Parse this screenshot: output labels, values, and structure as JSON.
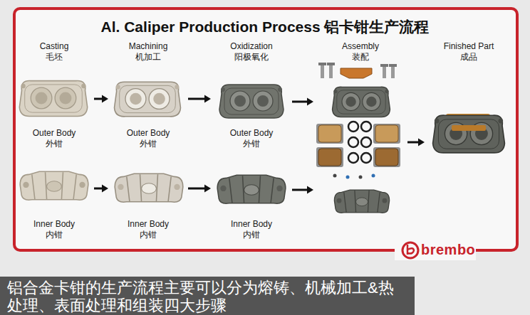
{
  "diagram": {
    "title": "Al. Caliper Production Process 铝卡钳生产流程",
    "caption": "铝合金卡钳的生产流程主要可以分为熔铸、机械加工&热处理、表面处理和组装四大步骤",
    "nodes": [
      {
        "text": [
          "Outer Body 外钳"
        ]
      },
      {
        "text": [
          "Outer Body 外钳"
        ]
      },
      {
        "text": [
          "Outer Body 外钳"
        ]
      },
      {
        "text": [
          "Inner Body 内钳"
        ]
      },
      {
        "text": [
          "Inner Body 内钳"
        ]
      },
      {
        "text": [
          "Inner Body 内钳"
        ]
      },
      {
        "text": [
          "Assembly 装配"
        ]
      },
      {
        "text": [
          "Finished Part 成品"
        ]
      }
    ],
    "edges": [
      {
        "from": 0,
        "to": 1,
        "arrow": "to"
      },
      {
        "from": 1,
        "to": 2,
        "arrow": "to"
      },
      {
        "from": 3,
        "to": 4,
        "arrow": "to"
      },
      {
        "from": 4,
        "to": 5,
        "arrow": "to"
      },
      {
        "from": 2,
        "to": 6,
        "arrow": "to"
      },
      {
        "from": 5,
        "to": 6,
        "arrow": "to"
      },
      {
        "from": 6,
        "to": 7,
        "arrow": "to"
      }
    ],
    "labels": [
      "Casting 毛坯",
      "Machining 机加工",
      "Oxidization 阳极氧化",
      "brembo"
    ]
  }
}
